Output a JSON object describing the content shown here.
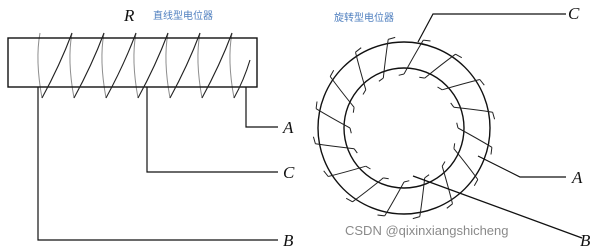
{
  "colors": {
    "line": "#111111",
    "caption": "#4f7fbf",
    "watermark": "#8a8a8a"
  },
  "linear": {
    "resistor_label": "R",
    "caption": "直线型电位器",
    "terminals": {
      "a": "A",
      "c": "C",
      "b": "B"
    }
  },
  "rotary": {
    "caption": "旋转型电位器",
    "terminals": {
      "c": "C",
      "a": "A",
      "b": "B"
    }
  },
  "watermark": "CSDN @qixinxiangshicheng"
}
